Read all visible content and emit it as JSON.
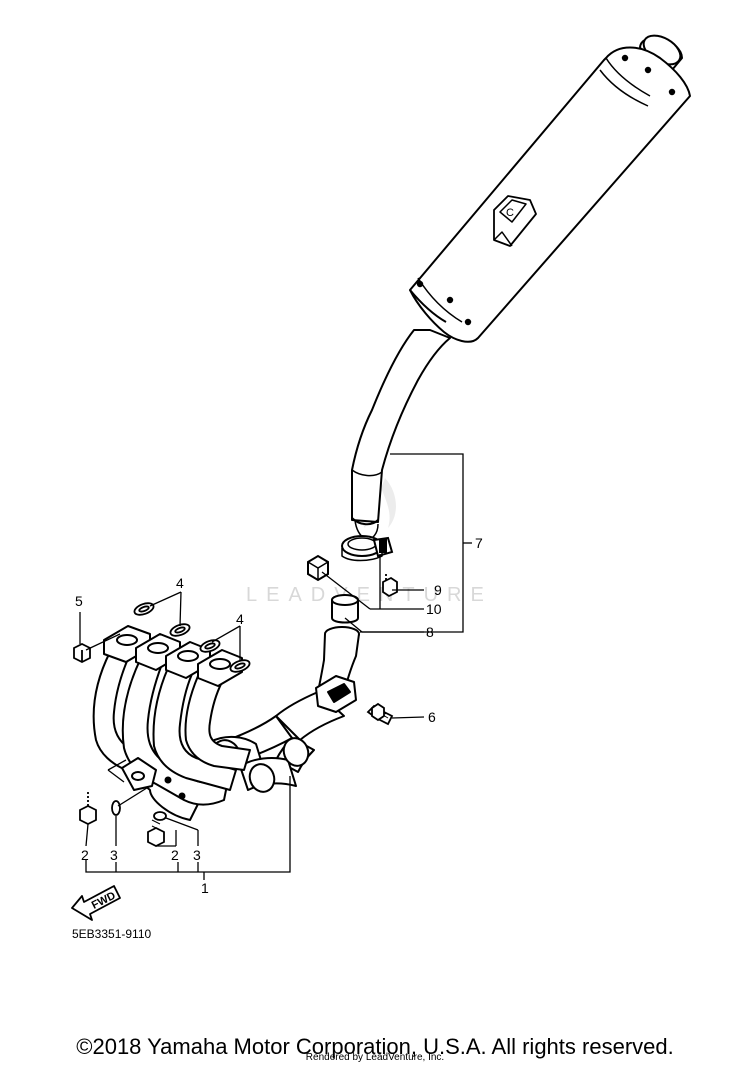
{
  "watermark": "LEADVENTURE",
  "catalog_number": "5EB3351-9110",
  "fwd_label": "FWD",
  "callouts": {
    "c1": "1",
    "c2a": "2",
    "c2b": "2",
    "c3a": "3",
    "c3b": "3",
    "c4a": "4",
    "c4b": "4",
    "c5": "5",
    "c6": "6",
    "c7": "7",
    "c8": "8",
    "c9": "9",
    "c10": "10"
  },
  "copyright": "©2018 Yamaha Motor Corporation, U.S.A. All rights reserved.",
  "rendered_by": "Rendered by LeadVenture, Inc."
}
